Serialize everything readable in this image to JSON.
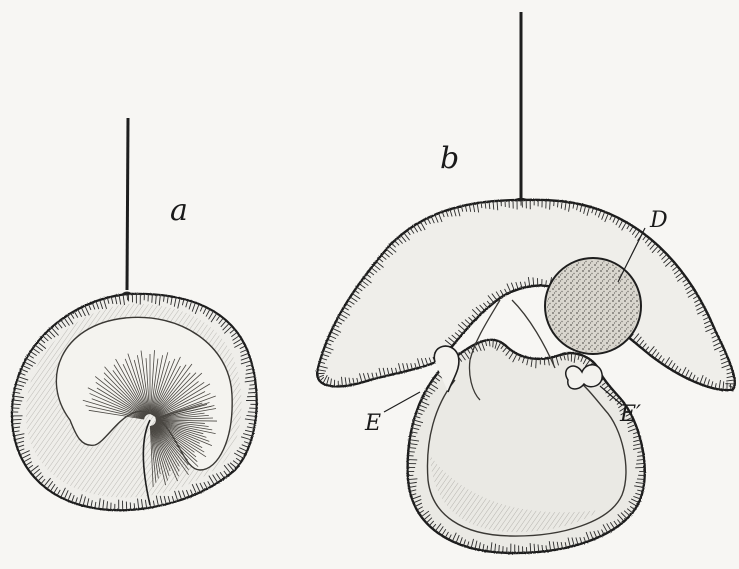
{
  "figure": {
    "labels": {
      "a": "a",
      "b": "b",
      "D": "D",
      "E": "E",
      "E_prime": "E′"
    },
    "colors": {
      "ink": "#1e1e1e",
      "paper": "#f7f6f3",
      "shade": "#d8d6d0",
      "stipple": "#b9b6ae"
    }
  }
}
